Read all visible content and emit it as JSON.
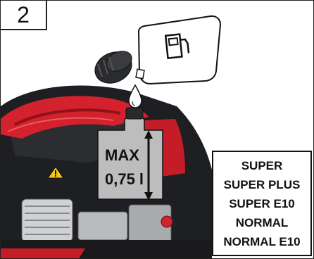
{
  "step": {
    "number": "2"
  },
  "fill_level": {
    "max_word": "MAX",
    "volume": "0,75 l"
  },
  "fuel_types": [
    "SUPER",
    "SUPER PLUS",
    "SUPER E10",
    "NORMAL",
    "NORMAL E10"
  ],
  "icons": {
    "canister": "fuel-canister-icon",
    "pump": "fuel-pump-icon",
    "drop": "fuel-drop-icon",
    "cap": "tank-cap-icon",
    "warning": "warning-triangle-icon"
  },
  "colors": {
    "engine_red": "#d3212d",
    "engine_dark": "#1e1f22",
    "tank_grey": "#bdbdbd",
    "outline": "#111111"
  }
}
